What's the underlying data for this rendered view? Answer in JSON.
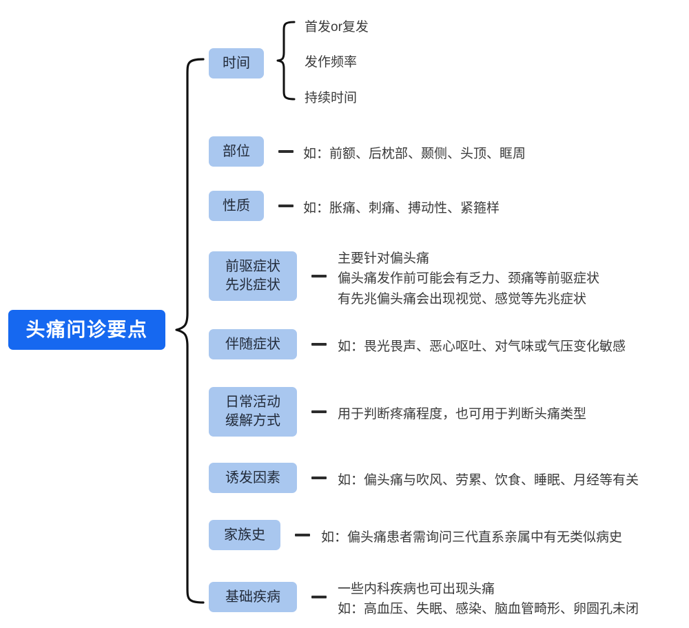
{
  "diagram": {
    "type": "mind-map",
    "root": {
      "label": "头痛问诊要点",
      "color": "#1668f0",
      "text_color": "#ffffff"
    },
    "node_color": "#a9c7ef",
    "node_text_color": "#222b3a",
    "connector_color": "#2c2c2c",
    "description_color": "#3a3a3a",
    "branches": [
      {
        "label": "时间",
        "connector": "brace",
        "children": [
          {
            "label": "首发or复发"
          },
          {
            "label": "发作频率"
          },
          {
            "label": "持续时间"
          }
        ]
      },
      {
        "label": "部位",
        "connector": "dash",
        "description": "如：前额、后枕部、颞侧、头顶、眶周"
      },
      {
        "label": "性质",
        "connector": "dash",
        "description": "如：胀痛、刺痛、搏动性、紧箍样"
      },
      {
        "label": "前驱症状\n先兆症状",
        "connector": "dash",
        "description": "主要针对偏头痛\n偏头痛发作前可能会有乏力、颈痛等前驱症状\n有先兆偏头痛会出现视觉、感觉等先兆症状"
      },
      {
        "label": "伴随症状",
        "connector": "dash",
        "description": "如：畏光畏声、恶心呕吐、对气味或气压变化敏感"
      },
      {
        "label": "日常活动\n缓解方式",
        "connector": "dash",
        "description": "用于判断疼痛程度，也可用于判断头痛类型"
      },
      {
        "label": "诱发因素",
        "connector": "dash",
        "description": "如：偏头痛与吹风、劳累、饮食、睡眠、月经等有关"
      },
      {
        "label": "家族史",
        "connector": "dash",
        "description": "如：偏头痛患者需询问三代直系亲属中有无类似病史"
      },
      {
        "label": "基础疾病",
        "connector": "dash",
        "description": "一些内科疾病也可出现头痛\n如：高血压、失眠、感染、脑血管畸形、卵圆孔未闭"
      }
    ]
  }
}
